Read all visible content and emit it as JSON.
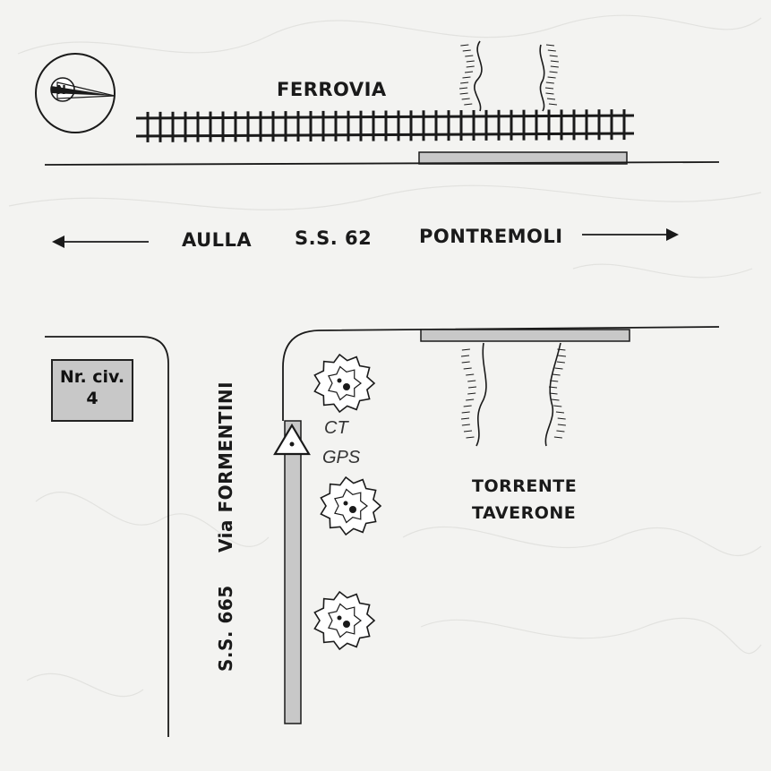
{
  "labels": {
    "railway": "FERROVIA",
    "left_direction": "AULLA",
    "road_main": "S.S. 62",
    "right_direction": "PONTREMOLI",
    "house_number_line1": "Nr. civ.",
    "house_number_line2": "4",
    "side_road_name": "Via   FORMENTINI",
    "side_road_number": "S.S. 665",
    "gps_point_line1": "CT",
    "gps_point_line2": "GPS",
    "stream_line1": "TORRENTE",
    "stream_line2": "TAVERONE"
  },
  "icons": [
    "compass-north-arrow-icon",
    "railway-track",
    "tree-icon",
    "gps-triangle-marker-icon",
    "direction-arrow-left-icon",
    "direction-arrow-right-icon"
  ],
  "colors": {
    "ink": "#1a1a1a",
    "fill_gray": "#c8c8c8",
    "background": "#f3f3f1"
  }
}
